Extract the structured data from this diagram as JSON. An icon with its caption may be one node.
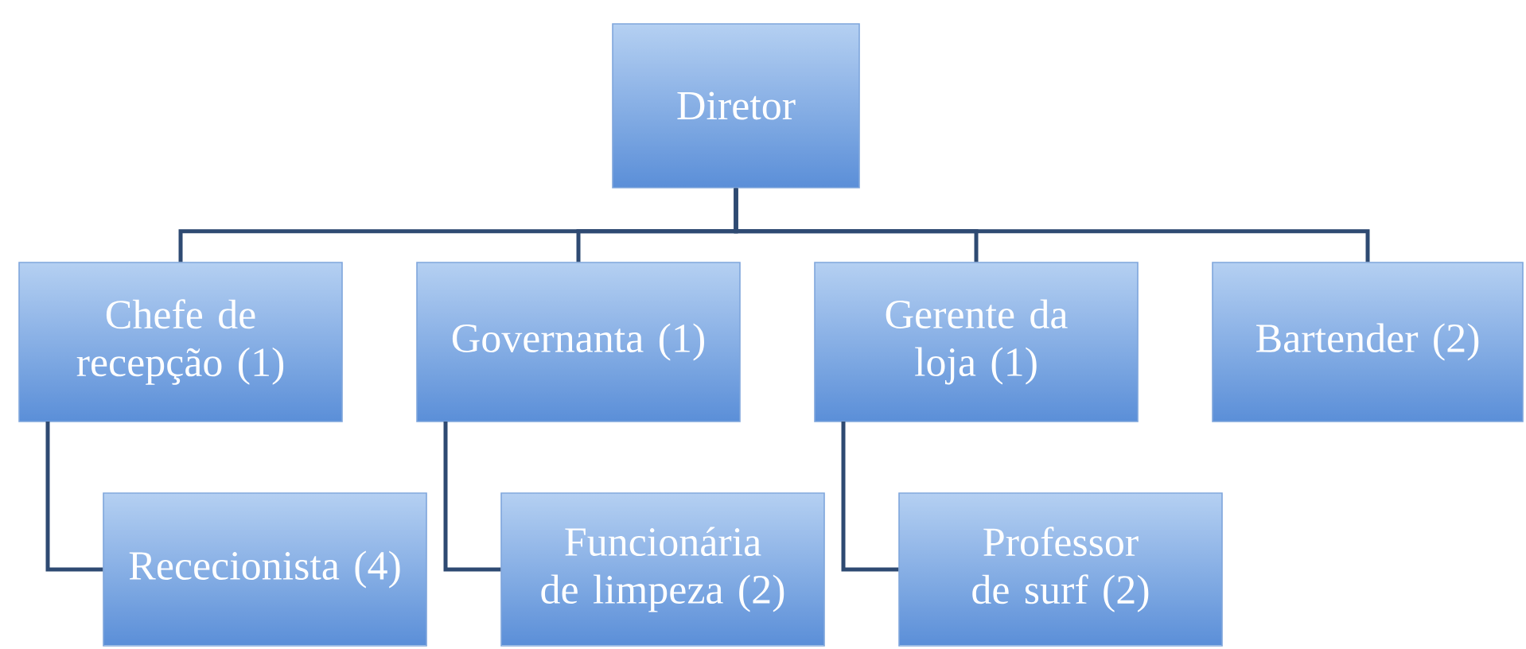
{
  "diagram": {
    "nodes": [
      {
        "text": [
          "Diretor"
        ]
      },
      {
        "text": [
          "Chefe de recepção (1)"
        ]
      },
      {
        "text": [
          "Governanta (1)"
        ]
      },
      {
        "text": [
          "Gerente da loja (1)"
        ]
      },
      {
        "text": [
          "Bartender (2)"
        ]
      },
      {
        "text": [
          "Rececionista (4)"
        ]
      },
      {
        "text": [
          "Funcionária de limpeza (2)"
        ]
      },
      {
        "text": [
          "Professor de surf (2)"
        ]
      }
    ],
    "edges": [
      {
        "from": 0,
        "to": 1,
        "arrow": "none"
      },
      {
        "from": 0,
        "to": 2,
        "arrow": "none"
      },
      {
        "from": 0,
        "to": 3,
        "arrow": "none"
      },
      {
        "from": 0,
        "to": 4,
        "arrow": "none"
      },
      {
        "from": 1,
        "to": 5,
        "arrow": "none"
      },
      {
        "from": 2,
        "to": 6,
        "arrow": "none"
      },
      {
        "from": 3,
        "to": 7,
        "arrow": "none"
      }
    ]
  }
}
